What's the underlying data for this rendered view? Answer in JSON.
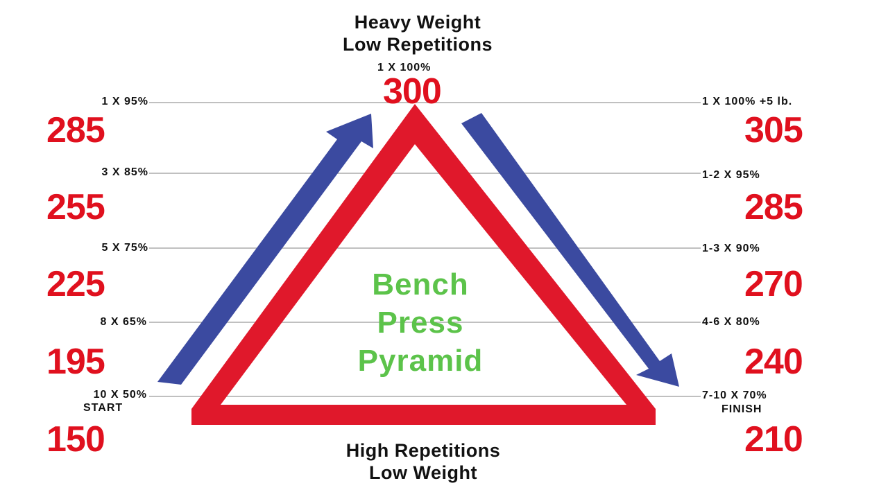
{
  "top_heading": {
    "line1": "Heavy Weight",
    "line2": "Low Repetitions"
  },
  "bottom_heading": {
    "line1": "High Repetitions",
    "line2": "Low Weight"
  },
  "center_title": {
    "line1": "Bench",
    "line2": "Press",
    "line3": "Pyramid"
  },
  "peak": {
    "label": "1 X 100%",
    "value": "300"
  },
  "left_steps": [
    {
      "label": "1 X 95%",
      "value": "285"
    },
    {
      "label": "3 X 85%",
      "value": "255"
    },
    {
      "label": "5 X 75%",
      "value": "225"
    },
    {
      "label": "8 X 65%",
      "value": "195"
    },
    {
      "label": "10 X 50%",
      "sublabel": "START",
      "value": "150"
    }
  ],
  "right_steps": [
    {
      "label": "1 X 100% +5 lb.",
      "value": "305"
    },
    {
      "label": "1-2 X 95%",
      "value": "285"
    },
    {
      "label": "1-3 X 90%",
      "value": "270"
    },
    {
      "label": "4-6 X 80%",
      "value": "240"
    },
    {
      "label": "7-10 X 70%",
      "sublabel": "FINISH",
      "value": "210"
    }
  ],
  "colors": {
    "triangle": "#e0182b",
    "arrow": "#3b4aa0",
    "value": "#e0101e",
    "title": "#5cc34a",
    "line": "#9a9a9a"
  }
}
